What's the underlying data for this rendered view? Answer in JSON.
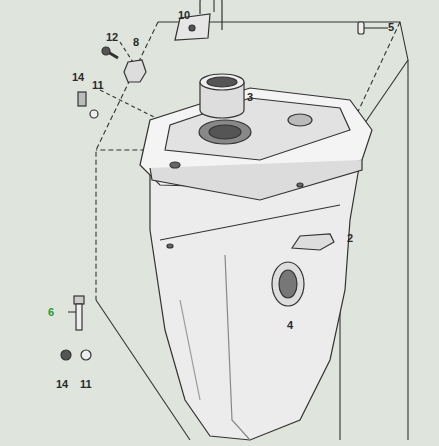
{
  "diagram": {
    "labels": [
      "10",
      "12",
      "8",
      "5",
      "14",
      "11",
      "3",
      "2",
      "4",
      "6",
      "14",
      "11"
    ]
  }
}
